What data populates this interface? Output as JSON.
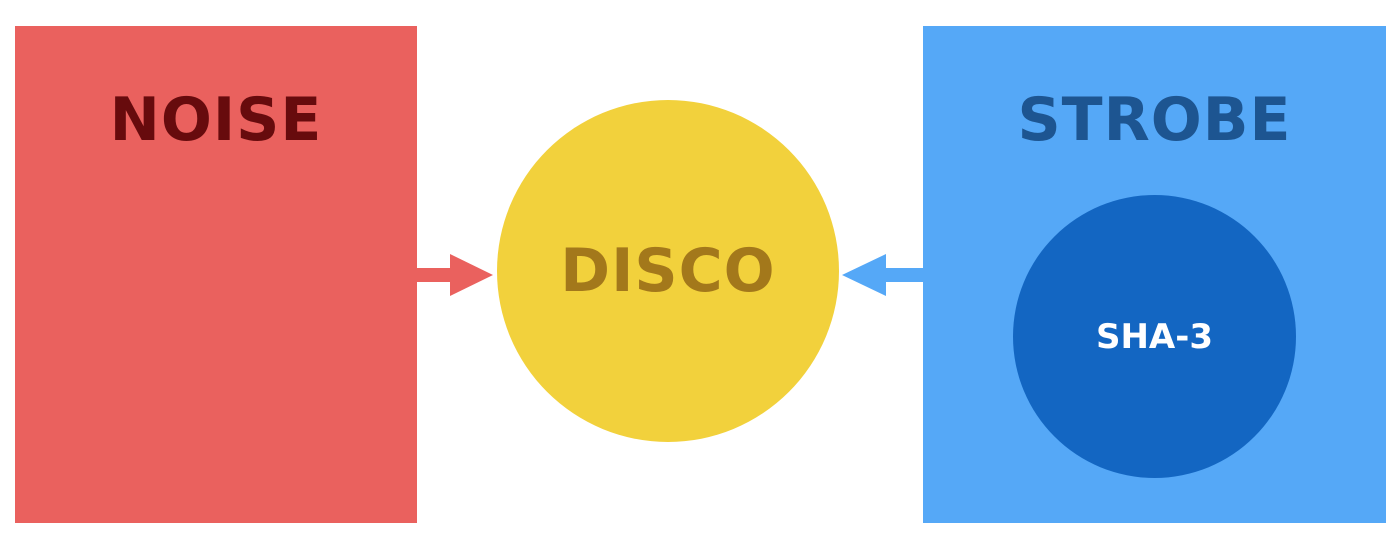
{
  "noise": {
    "label": "NOISE",
    "fill_color": "#ea615e",
    "text_color": "#670b0d"
  },
  "disco": {
    "label": "DISCO",
    "fill_color": "#f2d13c",
    "text_color": "#a3781b"
  },
  "strobe": {
    "label": "STROBE",
    "fill_color": "#55a8f7",
    "text_color": "#1d5591",
    "inner": {
      "label": "SHA-3",
      "fill_color": "#1366c2",
      "text_color": "#ffffff"
    }
  },
  "arrows": [
    {
      "from": "NOISE",
      "to": "DISCO",
      "color": "#ea615e"
    },
    {
      "from": "STROBE",
      "to": "DISCO",
      "color": "#55a8f7"
    }
  ]
}
